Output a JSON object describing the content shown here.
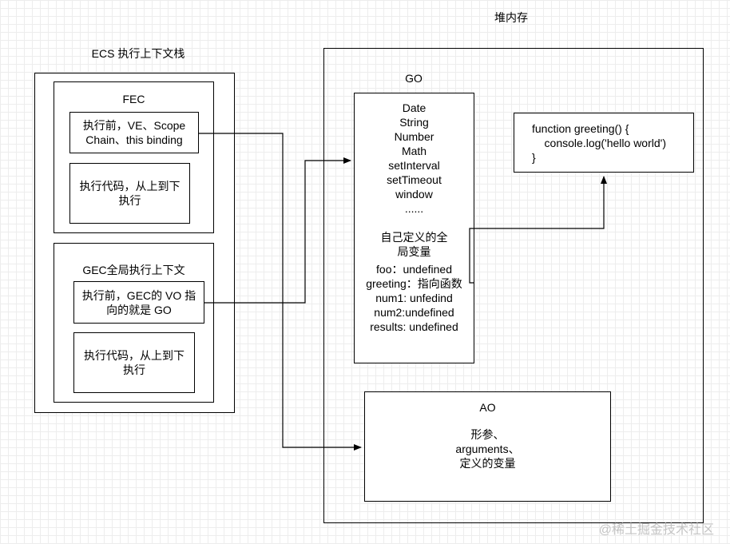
{
  "ecs": {
    "title": "ECS 执行上下文栈",
    "fec": {
      "title": "FEC",
      "before": "执行前，VE、Scope\nChain、this binding",
      "exec": "执行代码，从上到下\n执行"
    },
    "gec": {
      "title": "GEC全局执行上下文",
      "before": "执行前，GEC的 VO 指\n向的就是 GO",
      "exec": "执行代码，从上到下\n执行"
    }
  },
  "heap": {
    "title": "堆内存",
    "go": {
      "title": "GO",
      "builtins": [
        "Date",
        "String",
        "Number",
        "Math",
        "setInterval",
        "setTimeout",
        "window",
        "......"
      ],
      "own_title": "自己定义的全\n局变量",
      "vars": [
        "foo：undefined",
        "greeting：指向函数",
        "num1: unfedind",
        "num2:undefined",
        "results: undefined"
      ]
    },
    "func": {
      "code": "function greeting() {\n    console.log('hello world')\n}"
    },
    "ao": {
      "title": "AO",
      "content": [
        "形参、",
        "arguments、",
        "定义的变量"
      ]
    }
  },
  "watermark": "@稀土掘金技术社区",
  "colors": {
    "line": "#000000",
    "grid": "#ededed",
    "watermark": "#c4c4c4"
  }
}
